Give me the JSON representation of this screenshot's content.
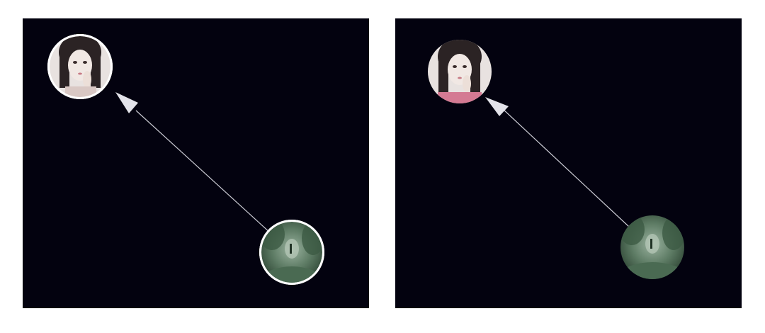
{
  "colors": {
    "background": "#03020f",
    "edge": "#c9c9d2",
    "arrowhead": "#e3e3ea",
    "border": "#ffffff",
    "node_portrait_base": "#e8e2e0",
    "node_portrait_hair": "#2b2324",
    "node_portrait_accent": "#d47a93",
    "node_forest_base": "#5c7a63",
    "node_forest_dark": "#2d4433",
    "node_forest_light": "#9bb3a0"
  },
  "panels": [
    {
      "name": "panel-with-borders",
      "nodes": [
        {
          "name": "portrait-node",
          "icon": "portrait-icon",
          "bordered": true
        },
        {
          "name": "forest-node",
          "icon": "forest-photo-icon",
          "bordered": true
        }
      ],
      "edges": [
        {
          "from": "forest-node",
          "to": "portrait-node",
          "directed": true
        }
      ]
    },
    {
      "name": "panel-without-borders",
      "nodes": [
        {
          "name": "portrait-node",
          "icon": "portrait-icon",
          "bordered": false
        },
        {
          "name": "forest-node",
          "icon": "forest-photo-icon",
          "bordered": false
        }
      ],
      "edges": [
        {
          "from": "forest-node",
          "to": "portrait-node",
          "directed": true
        }
      ]
    }
  ]
}
